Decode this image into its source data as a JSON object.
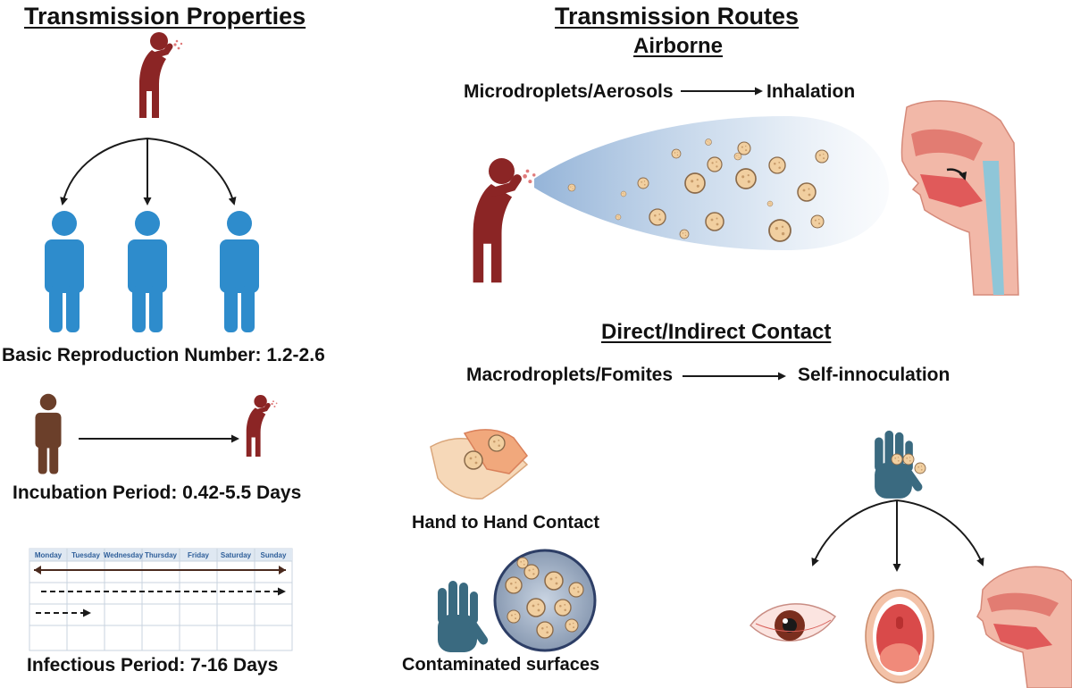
{
  "left": {
    "title": "Transmission Properties",
    "r0_label": "Basic Reproduction Number: 1.2-2.6",
    "incubation_label": "Incubation Period: 0.42-5.5 Days",
    "infectious_label": "Infectious Period: 7-16 Days",
    "calendar_days": [
      "Monday",
      "Tuesday",
      "Wednesday",
      "Thursday",
      "Friday",
      "Saturday",
      "Sunday"
    ]
  },
  "right": {
    "title": "Transmission Routes",
    "airborne": {
      "heading": "Airborne",
      "source": "Microdroplets/Aerosols",
      "target": "Inhalation"
    },
    "contact": {
      "heading": "Direct/Indirect Contact",
      "source": "Macrodroplets/Fomites",
      "target": "Self-innoculation",
      "hand_label": "Hand to Hand Contact",
      "surface_label": "Contaminated surfaces"
    }
  },
  "colors": {
    "sick_person": "#8b2525",
    "healthy_person": "#2e8ccc",
    "incubating_person": "#6b3f2a",
    "droplet": "#f1cfa0",
    "cloud": "#8fb0d6",
    "glove": "#3a6a80",
    "tissue": "#f2b8a8",
    "arrow": "#1a1a1a"
  }
}
